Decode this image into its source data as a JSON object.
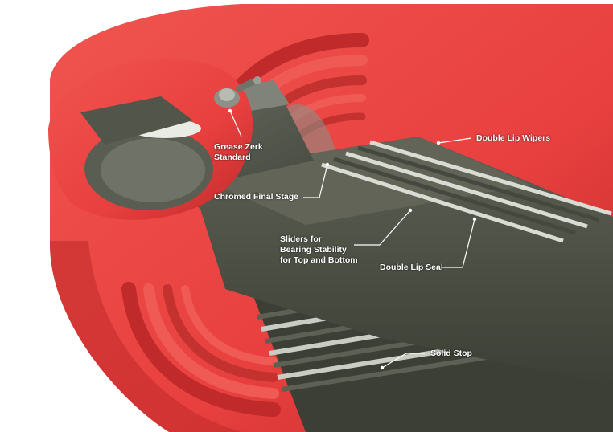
{
  "colors": {
    "housing_red": "#e8403f",
    "housing_red_dark": "#c02a2a",
    "steel_dark": "#505447",
    "steel_darker": "#3c3f35",
    "steel_light": "#7a7d70",
    "slider_white": "#d9dcd3",
    "callout_text": "#ffffff"
  },
  "labels": {
    "grease_zerk": [
      "Grease Zerk",
      "Standard"
    ],
    "double_lip_wipers": "Double Lip Wipers",
    "chromed_final_stage": "Chromed Final Stage",
    "sliders": [
      "Sliders for",
      "Bearing Stability",
      "for Top and Bottom"
    ],
    "double_lip_seal": "Double Lip Seal",
    "solid_stop": "Solid Stop"
  }
}
